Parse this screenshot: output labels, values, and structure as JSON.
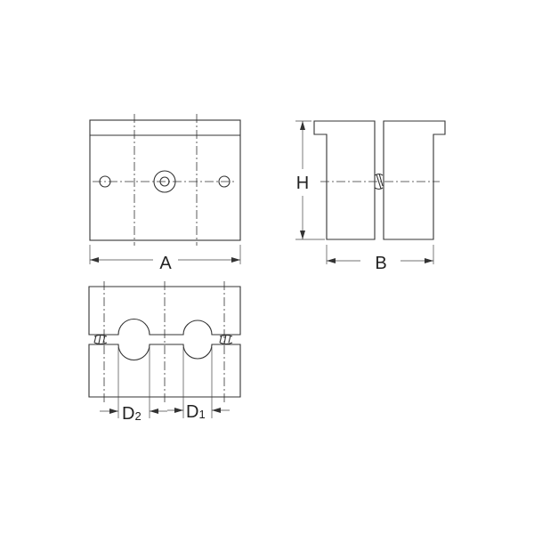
{
  "labels": {
    "A": "A",
    "B": "B",
    "H": "H",
    "D1": "D",
    "D1_sub": "1",
    "D2": "D",
    "D2_sub": "2"
  }
}
